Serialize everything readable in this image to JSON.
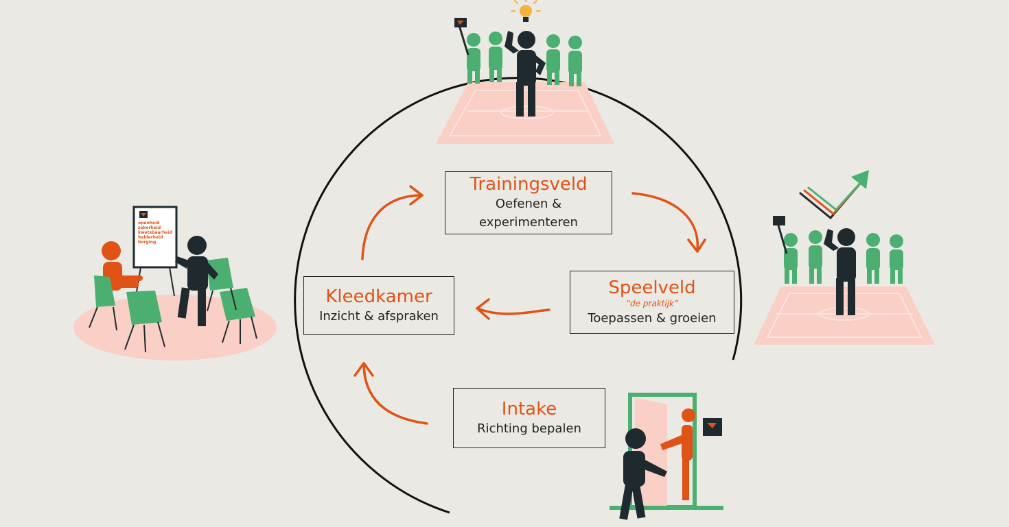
{
  "colors": {
    "background": "#ebe9e4",
    "accent_orange": "#e05316",
    "figure_dark": "#1f2a2e",
    "figure_green": "#4caf72",
    "field_pink": "#f9cfc6"
  },
  "stages": {
    "trainingsveld": {
      "title": "Trainingsveld",
      "line1": "Oefenen &",
      "line2": "experimenteren"
    },
    "speelveld": {
      "title": "Speelveld",
      "tag": "“de praktijk”",
      "line1": "Toepassen & groeien"
    },
    "kleedkamer": {
      "title": "Kleedkamer",
      "line1": "Inzicht & afspraken"
    },
    "intake": {
      "title": "Intake",
      "line1": "Richting bepalen"
    }
  },
  "flipchart": {
    "words": [
      "openheid",
      "zekerheid",
      "kwetsbaarheid",
      "helderheid",
      "borging"
    ]
  }
}
